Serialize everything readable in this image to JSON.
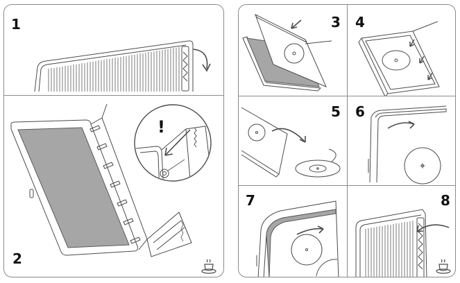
{
  "steps": {
    "s1": "1",
    "s2": "2",
    "s3": "3",
    "s4": "4",
    "s5": "5",
    "s6": "6",
    "s7": "7",
    "s8": "8"
  },
  "callout": {
    "mark": "!"
  },
  "icons": {
    "step1": "curved-arrow-icon",
    "step2": "warning-magnifier-icon",
    "clean": "cup-icon"
  },
  "colors": {
    "line": "#4a4a4a",
    "fill": "#a6a6a6",
    "border": "#8a8a8a"
  }
}
